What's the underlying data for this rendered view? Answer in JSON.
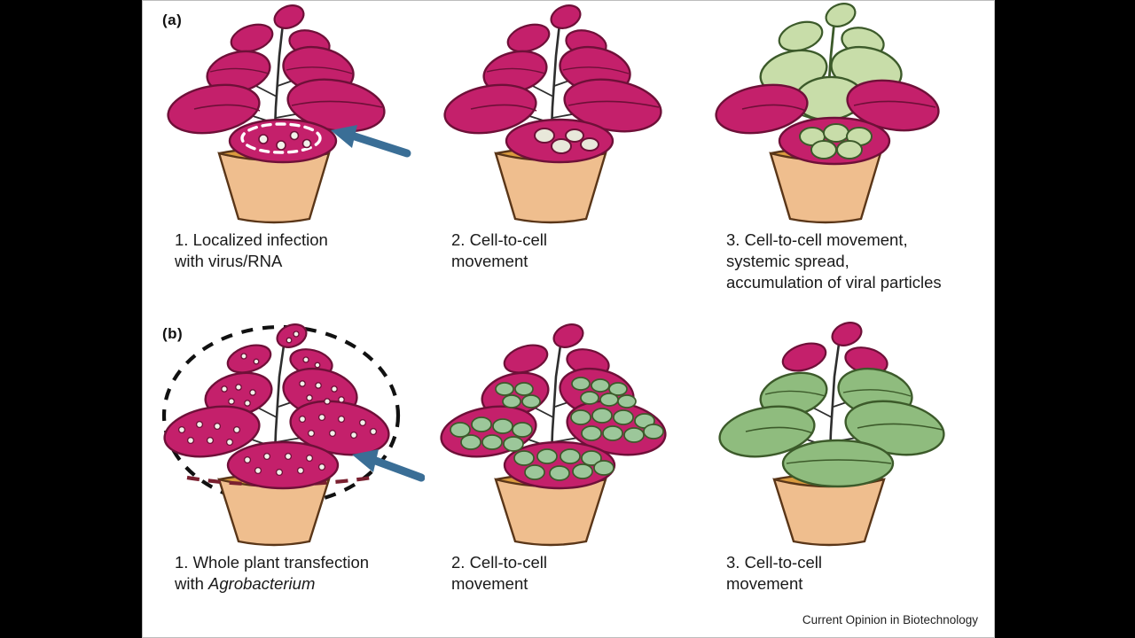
{
  "figure": {
    "credit": "Current Opinion in Biotechnology",
    "background": "#ffffff",
    "letterbox_color": "#000000"
  },
  "colors": {
    "leaf_pink": "#C4206B",
    "leaf_pink_dark_outline": "#6E1038",
    "leaf_green_pale": "#C8DDA9",
    "leaf_green_mid": "#8FBC7E",
    "leaf_green_outline": "#3C5A2A",
    "pot_body": "#EFBE8E",
    "pot_soil": "#D99A3E",
    "pot_outline": "#5A3618",
    "stem": "#2E2E2E",
    "arrow_blue": "#3A6E96",
    "spot_white": "#F2F2EA",
    "spot_green": "#9CC79A",
    "dashed_black": "#111111"
  },
  "rows": [
    {
      "id": "a",
      "label": "(a)",
      "panels": [
        {
          "id": "a1",
          "caption": "1. Localized infection\nwith virus/RNA",
          "plant_state": "pink leaves, localized infection spot on lower leaf",
          "has_arrow": true,
          "has_dashed_ellipse": false,
          "has_dashed_highlight": true,
          "spot_count": 4,
          "spot_style": "white-small"
        },
        {
          "id": "a2",
          "caption": "2. Cell-to-cell\nmovement",
          "plant_state": "pink leaves, enlarged pale spots on lower leaf",
          "has_arrow": false,
          "has_dashed_ellipse": false,
          "has_dashed_highlight": false,
          "spot_count": 4,
          "spot_style": "white-medium"
        },
        {
          "id": "a3",
          "caption": "3. Cell-to-cell movement,\nsystemic spread,\naccumulation of viral particles",
          "plant_state": "upper leaves green, lower leaves pink with large pale spots",
          "has_arrow": false,
          "has_dashed_ellipse": false,
          "has_dashed_highlight": false,
          "spot_count": 5,
          "spot_style": "green-large"
        }
      ]
    },
    {
      "id": "b",
      "label": "(b)",
      "panels": [
        {
          "id": "b1",
          "caption_pre": "1. Whole plant transfection\nwith ",
          "caption_italic": "Agrobacterium",
          "caption": "1. Whole plant transfection\nwith Agrobacterium",
          "plant_state": "whole plant pink, dense small white dots on all leaves",
          "has_arrow": true,
          "has_dashed_ellipse": true,
          "has_dashed_highlight": false,
          "spot_style": "white-dense"
        },
        {
          "id": "b2",
          "caption": "2. Cell-to-cell\nmovement",
          "plant_state": "pink leaves with large green circular patches",
          "has_arrow": false,
          "has_dashed_ellipse": false,
          "has_dashed_highlight": false,
          "spot_style": "green-dense"
        },
        {
          "id": "b3",
          "caption": "3. Cell-to-cell\nmovement",
          "plant_state": "all main leaves green, small top leaves remain pink",
          "has_arrow": false,
          "has_dashed_ellipse": false,
          "has_dashed_highlight": false,
          "spot_style": "none"
        }
      ]
    }
  ]
}
